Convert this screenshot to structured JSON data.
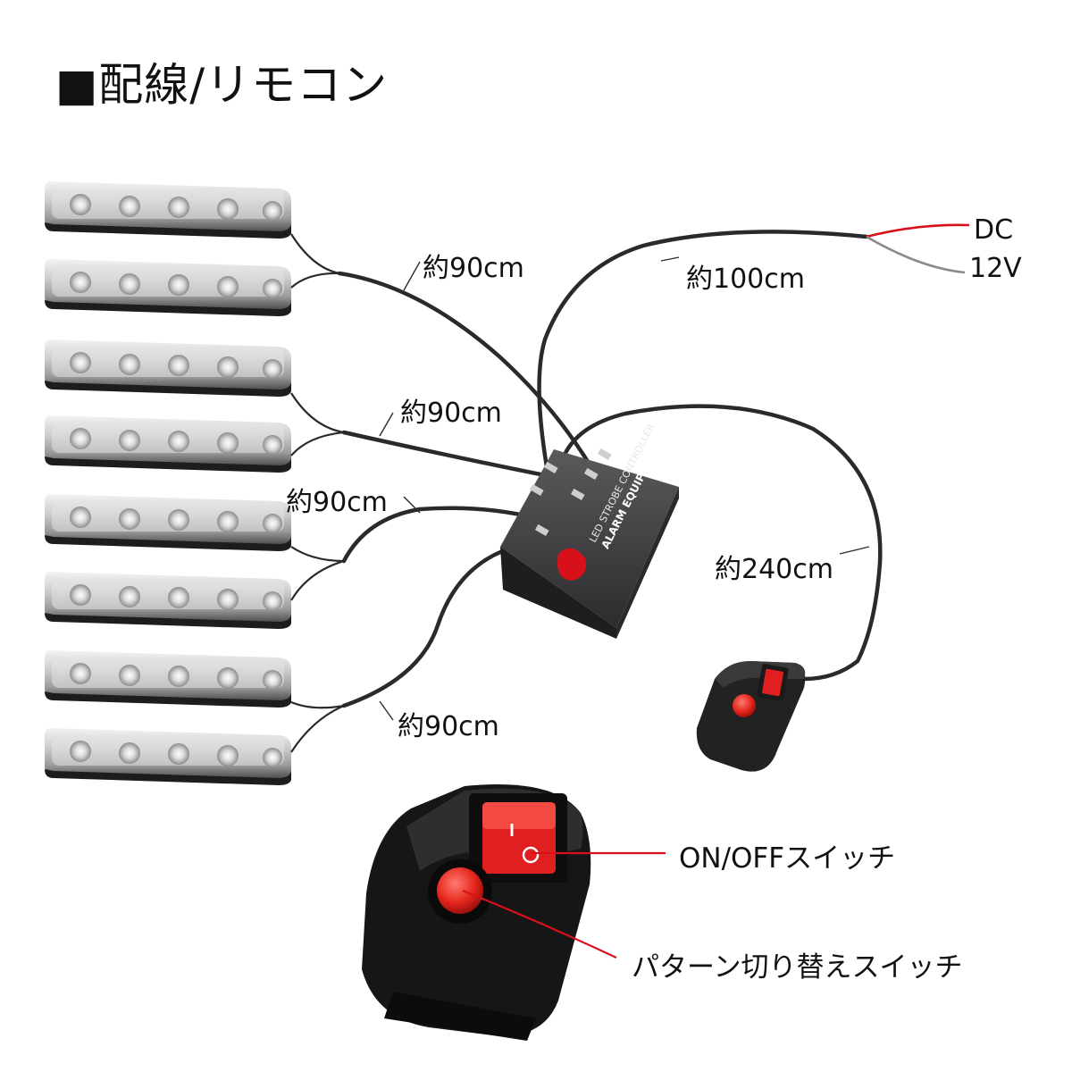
{
  "title": "■配線/リモコン",
  "cable_lengths": {
    "light_group_1": "約90cm",
    "power": "約100cm",
    "light_group_2": "約90cm",
    "light_group_3": "約90cm",
    "switch": "約240cm",
    "light_group_4": "約90cm"
  },
  "power": {
    "line1": "DC",
    "line2": "12V"
  },
  "controller": {
    "line1": "LED STROBE CONTROLLER",
    "line2": "ALARM EQUIPMENT"
  },
  "callouts": {
    "onoff": "ON/OFFスイッチ",
    "pattern": "パターン切り替えスイッチ"
  },
  "colors": {
    "wire_black": "#2a2a2a",
    "wire_red": "#d8101a",
    "switch_red": "#e02020",
    "controller_body": "#3b3b3d"
  },
  "light_bar_count": 8
}
